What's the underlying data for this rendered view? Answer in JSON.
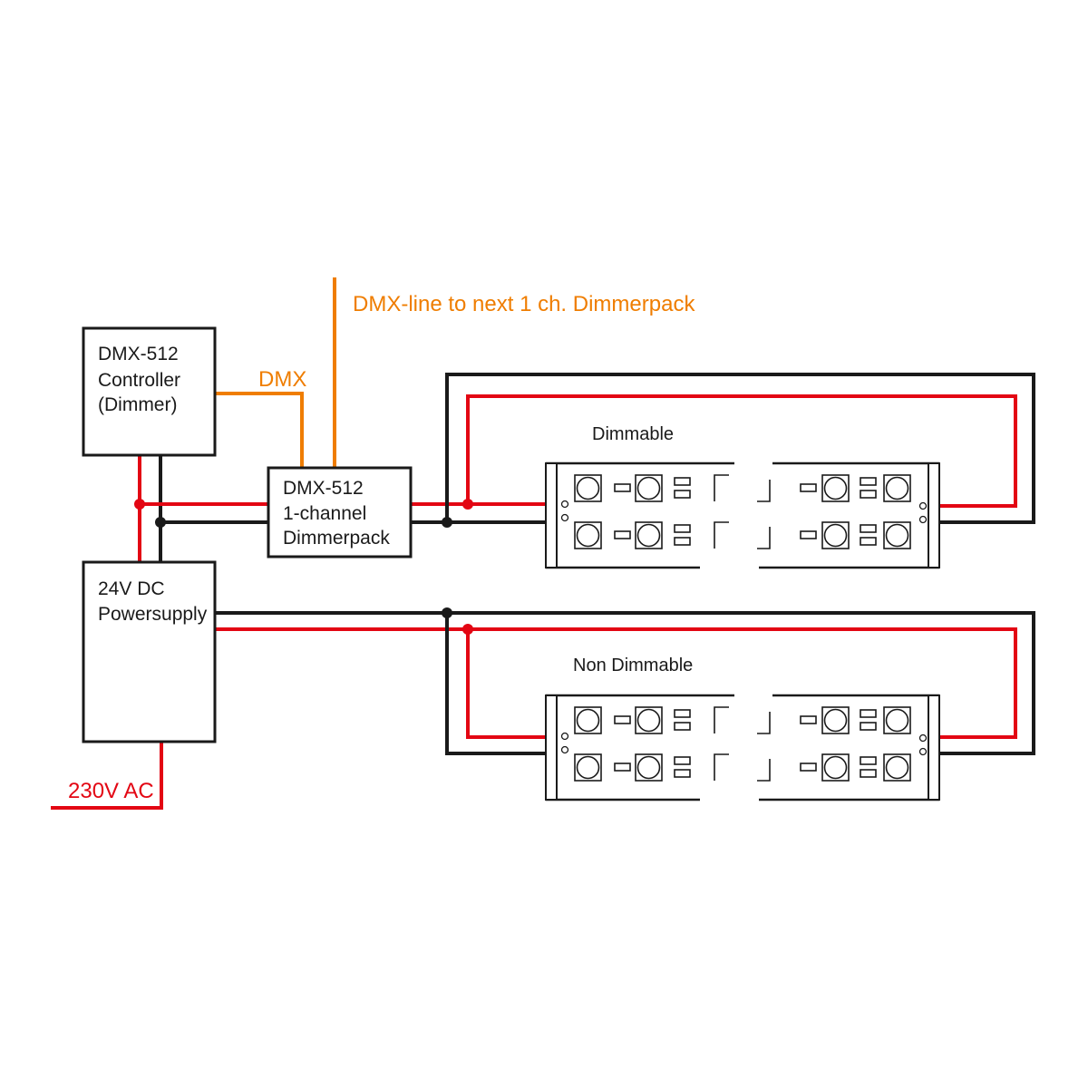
{
  "colors": {
    "power_positive": "#e30613",
    "ground": "#1a1a1a",
    "dmx_signal": "#ef7d00",
    "box_stroke": "#1a1a1a",
    "background": "#ffffff"
  },
  "components": {
    "controller": {
      "lines": [
        "DMX-512",
        "Controller",
        "(Dimmer)"
      ]
    },
    "dimmerpack": {
      "lines": [
        "DMX-512",
        "1-channel",
        "Dimmerpack"
      ]
    },
    "power_supply": {
      "lines": [
        "24V DC",
        "Powersupply"
      ]
    }
  },
  "labels": {
    "dmx": "DMX",
    "dmx_next": "DMX-line to next 1 ch. Dimmerpack",
    "mains": "230V AC",
    "dimmable": "Dimmable",
    "non_dimmable": "Non Dimmable"
  },
  "led_strips": [
    {
      "group": "Dimmable",
      "modules_per_row_visible": 8,
      "rows": 2
    },
    {
      "group": "Non Dimmable",
      "modules_per_row_visible": 8,
      "rows": 2
    }
  ]
}
